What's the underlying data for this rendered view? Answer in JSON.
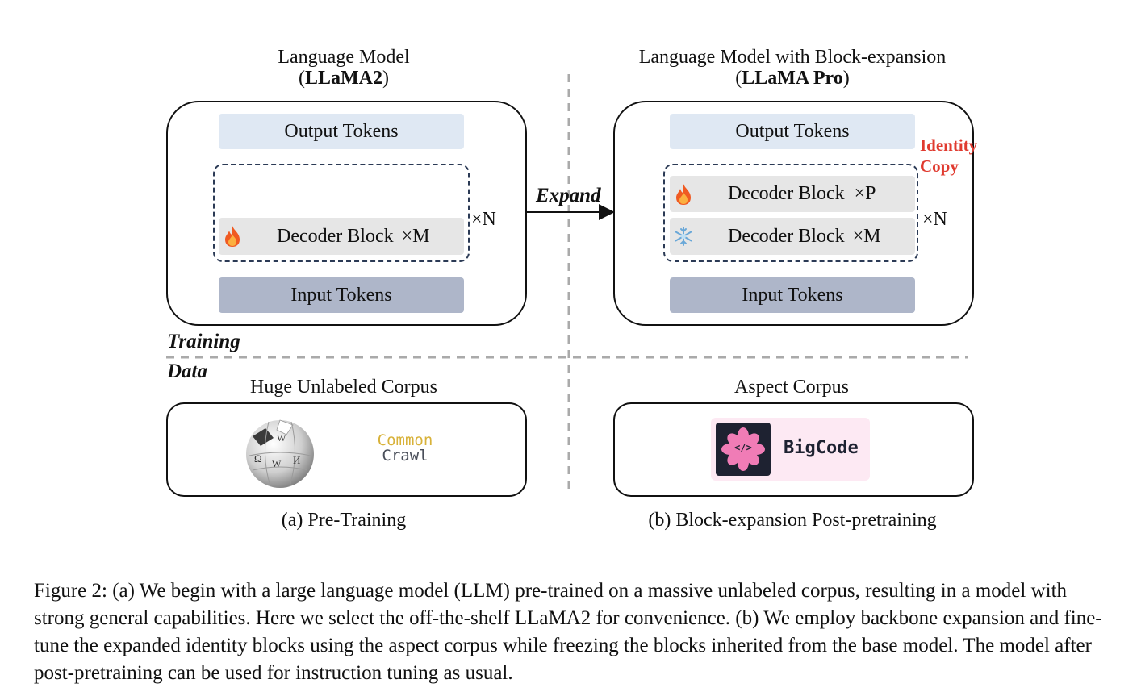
{
  "left": {
    "title_line1": "Language Model",
    "title_line2": "LLaMA2",
    "output": "Output Tokens",
    "decoder": "Decoder Block",
    "decoder_mult": "×M",
    "repeat": "×N",
    "input": "Input Tokens"
  },
  "right": {
    "title_line1": "Language Model with Block-expansion",
    "title_line2": "LLaMA Pro",
    "output": "Output Tokens",
    "decoder_top": "Decoder Block",
    "decoder_top_mult": "×P",
    "decoder_bottom": "Decoder Block",
    "decoder_bottom_mult": "×M",
    "repeat": "×N",
    "input": "Input Tokens",
    "identity_line1": "Identity",
    "identity_line2": "Copy"
  },
  "expand_label": "Expand",
  "training_label": "Training",
  "data_label": "Data",
  "corpus_left": {
    "title": "Huge Unlabeled Corpus",
    "common_line1": "Common",
    "common_line2": "Crawl"
  },
  "corpus_right": {
    "title": "Aspect Corpus",
    "bigcode": "BigCode",
    "bigcode_glyph": "</>"
  },
  "sub_a": "(a) Pre-Training",
  "sub_b": "(b) Block-expansion Post-pretraining",
  "caption": "Figure 2: (a) We begin with a large language model (LLM) pre-trained on a massive unlabeled corpus, resulting in a model with strong general capabilities. Here we select the off-the-shelf LLaMA2 for convenience. (b) We employ backbone expansion and fine-tune the expanded identity blocks using the aspect corpus while freezing the blocks inherited from the base model. The model after post-pretraining can be used for instruction tuning as usual.",
  "icons": {
    "fire": "fire-icon",
    "snowflake": "snowflake-icon",
    "wikipedia": "wikipedia-globe-icon"
  },
  "colors": {
    "output_box": "#dfe8f3",
    "input_box": "#aeb6c9",
    "decoder_box": "#e6e6e6",
    "identity": "#e03a2f",
    "bigcode_bg": "#fde9f3",
    "bigcode_flower": "#f07cb6"
  }
}
